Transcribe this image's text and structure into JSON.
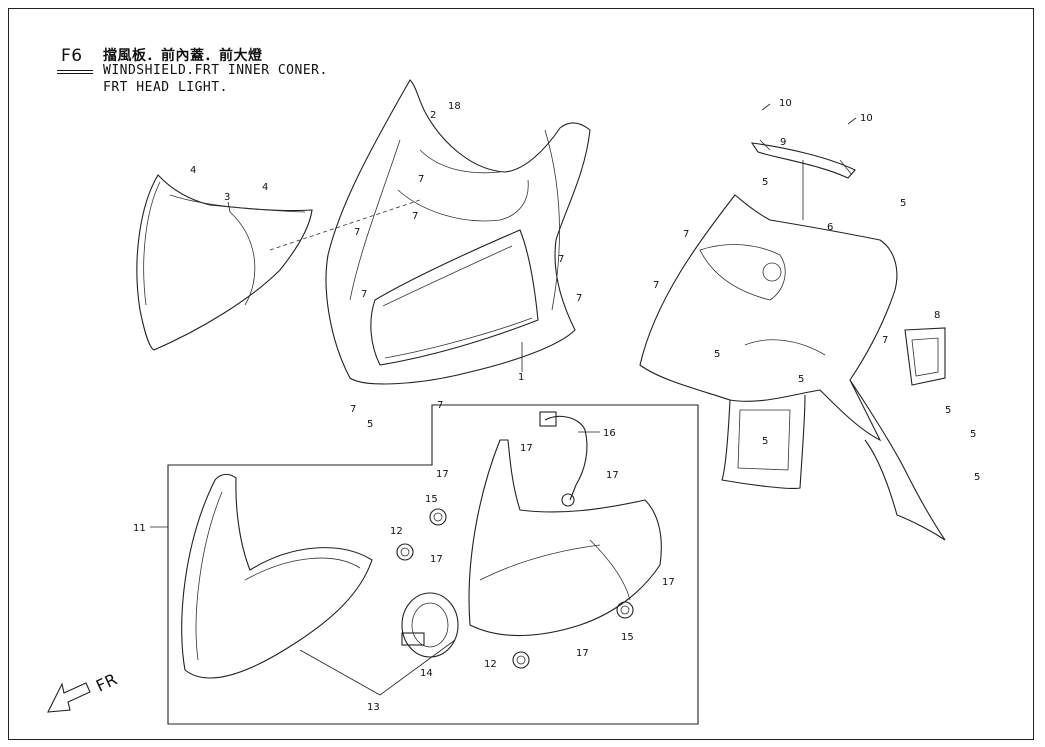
{
  "header": {
    "code": "F6",
    "title_zh": "擋風板．前內蓋．前大燈",
    "title_en_line1": "WINDSHIELD.FRT INNER CONER.",
    "title_en_line2": "FRT HEAD LIGHT."
  },
  "direction_label": "FR",
  "callouts": [
    "1",
    "2",
    "3",
    "4",
    "4",
    "5",
    "5",
    "5",
    "5",
    "5",
    "5",
    "5",
    "5",
    "5",
    "6",
    "7",
    "7",
    "7",
    "7",
    "7",
    "7",
    "7",
    "7",
    "7",
    "7",
    "7",
    "8",
    "9",
    "10",
    "10",
    "11",
    "12",
    "12",
    "13",
    "14",
    "15",
    "15",
    "16",
    "17",
    "17",
    "17",
    "17",
    "17",
    "17",
    "18"
  ]
}
